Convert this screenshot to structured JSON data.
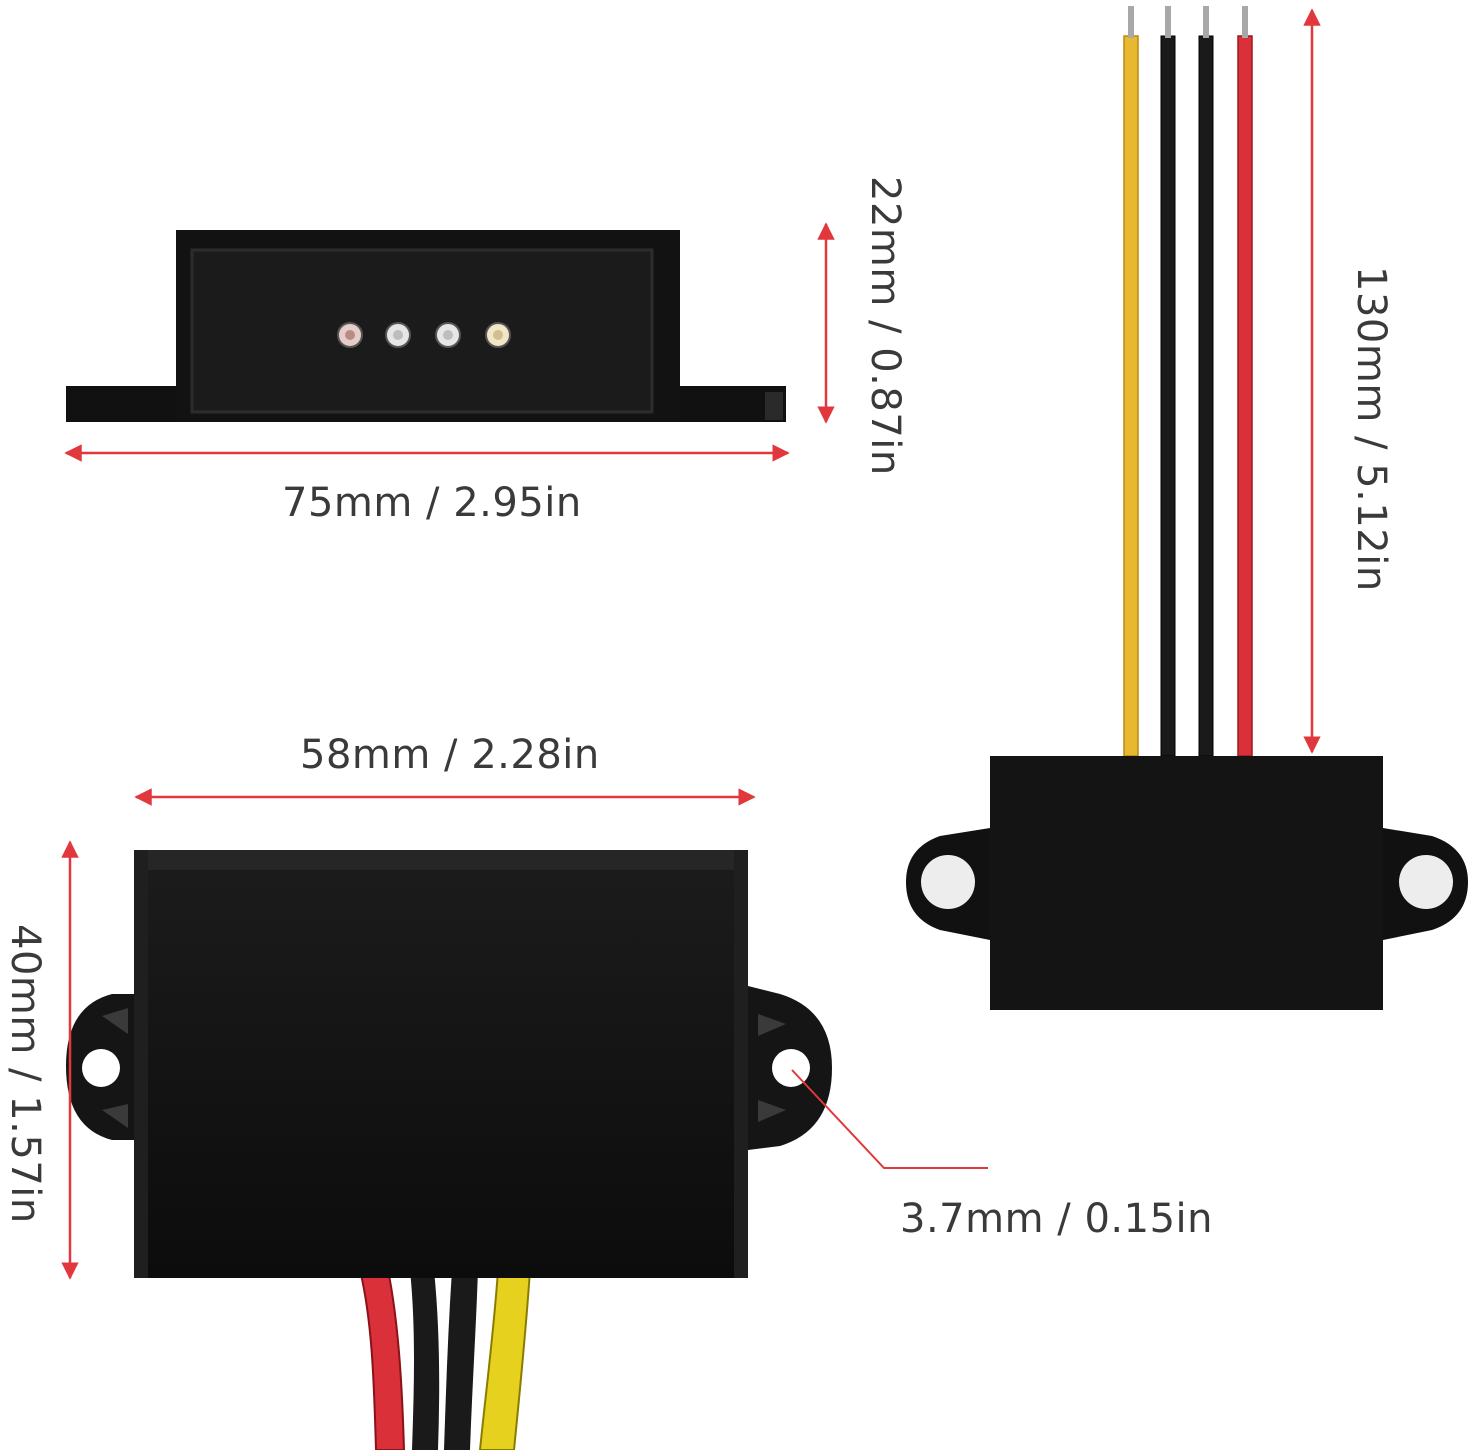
{
  "dimensions": {
    "side_width": "75mm / 2.95in",
    "side_height": "22mm / 0.87in",
    "wire_length": "130mm / 5.12in",
    "top_width": "58mm / 2.28in",
    "top_height": "40mm / 1.57in",
    "hole_diameter": "3.7mm / 0.15in"
  },
  "colors": {
    "dimension_line": "#e0383d",
    "housing": "#111111",
    "wire_yellow": "#e8b830",
    "wire_black": "#1a1a1a",
    "wire_red": "#d9303a",
    "text": "#3a3a3a"
  },
  "wires": {
    "order_right_view": [
      "yellow",
      "black",
      "black",
      "red"
    ],
    "order_bottom_view": [
      "red",
      "black",
      "black",
      "yellow"
    ]
  },
  "pins": {
    "count": 4
  }
}
